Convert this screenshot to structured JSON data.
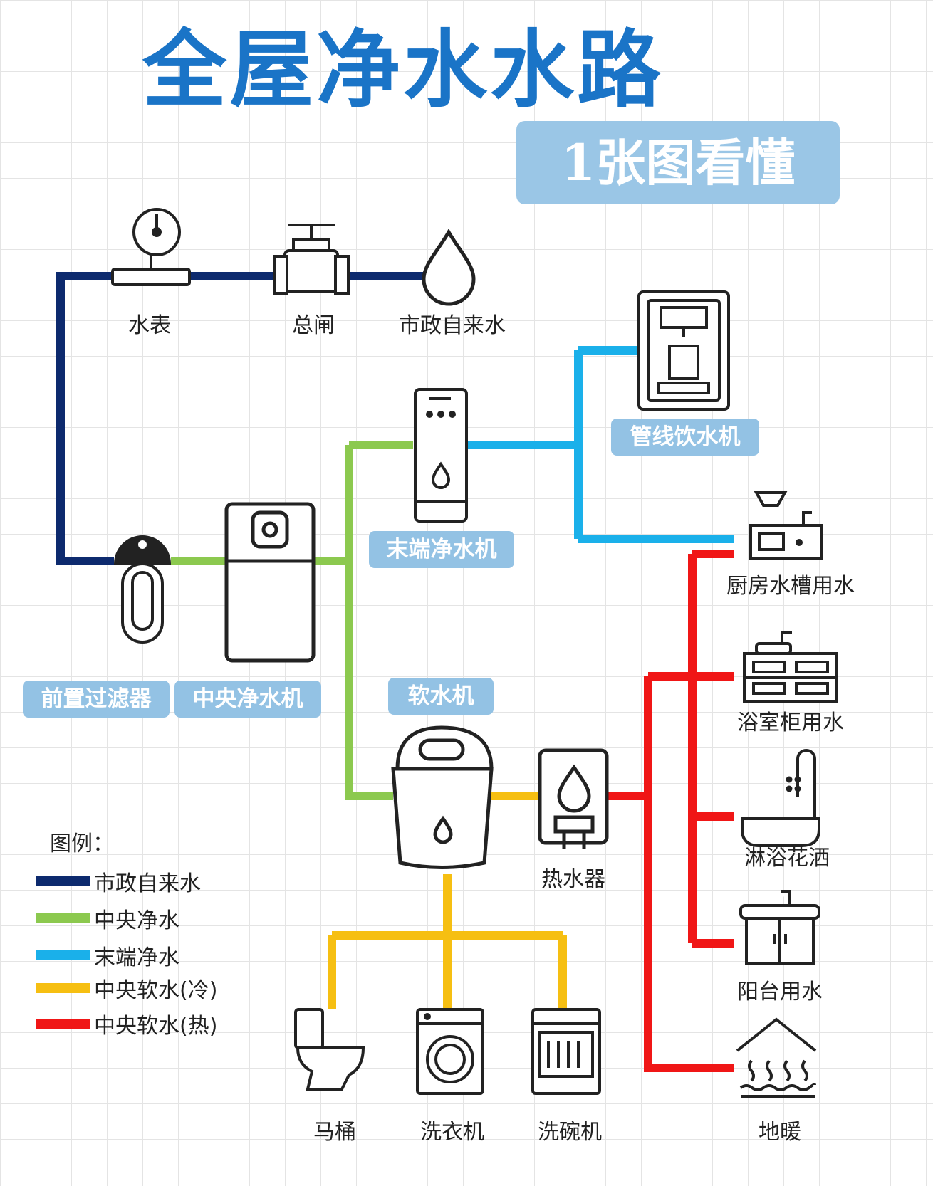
{
  "title": "全屋净水水路",
  "subtitle": "1张图看懂",
  "labels": {
    "water_meter": "水表",
    "main_valve": "总闸",
    "municipal_water": "市政自来水",
    "pipeline_dispenser": "管线饮水机",
    "terminal_purifier": "末端净水机",
    "pre_filter": "前置过滤器",
    "central_purifier": "中央净水机",
    "water_softener": "软水机",
    "water_heater": "热水器",
    "kitchen_sink": "厨房水槽用水",
    "bathroom_cabinet": "浴室柜用水",
    "shower": "淋浴花洒",
    "balcony": "阳台用水",
    "floor_heating": "地暖",
    "toilet": "马桶",
    "washing_machine": "洗衣机",
    "dishwasher": "洗碗机"
  },
  "legend": {
    "title": "图例：",
    "items": [
      {
        "label": "市政自来水",
        "color": "#0d2a6e"
      },
      {
        "label": "中央净水",
        "color": "#8cc94f"
      },
      {
        "label": "末端净水",
        "color": "#1ab0ea"
      },
      {
        "label": "中央软水(冷)",
        "color": "#f6bf12"
      },
      {
        "label": "中央软水(热)",
        "color": "#f01616"
      }
    ]
  }
}
